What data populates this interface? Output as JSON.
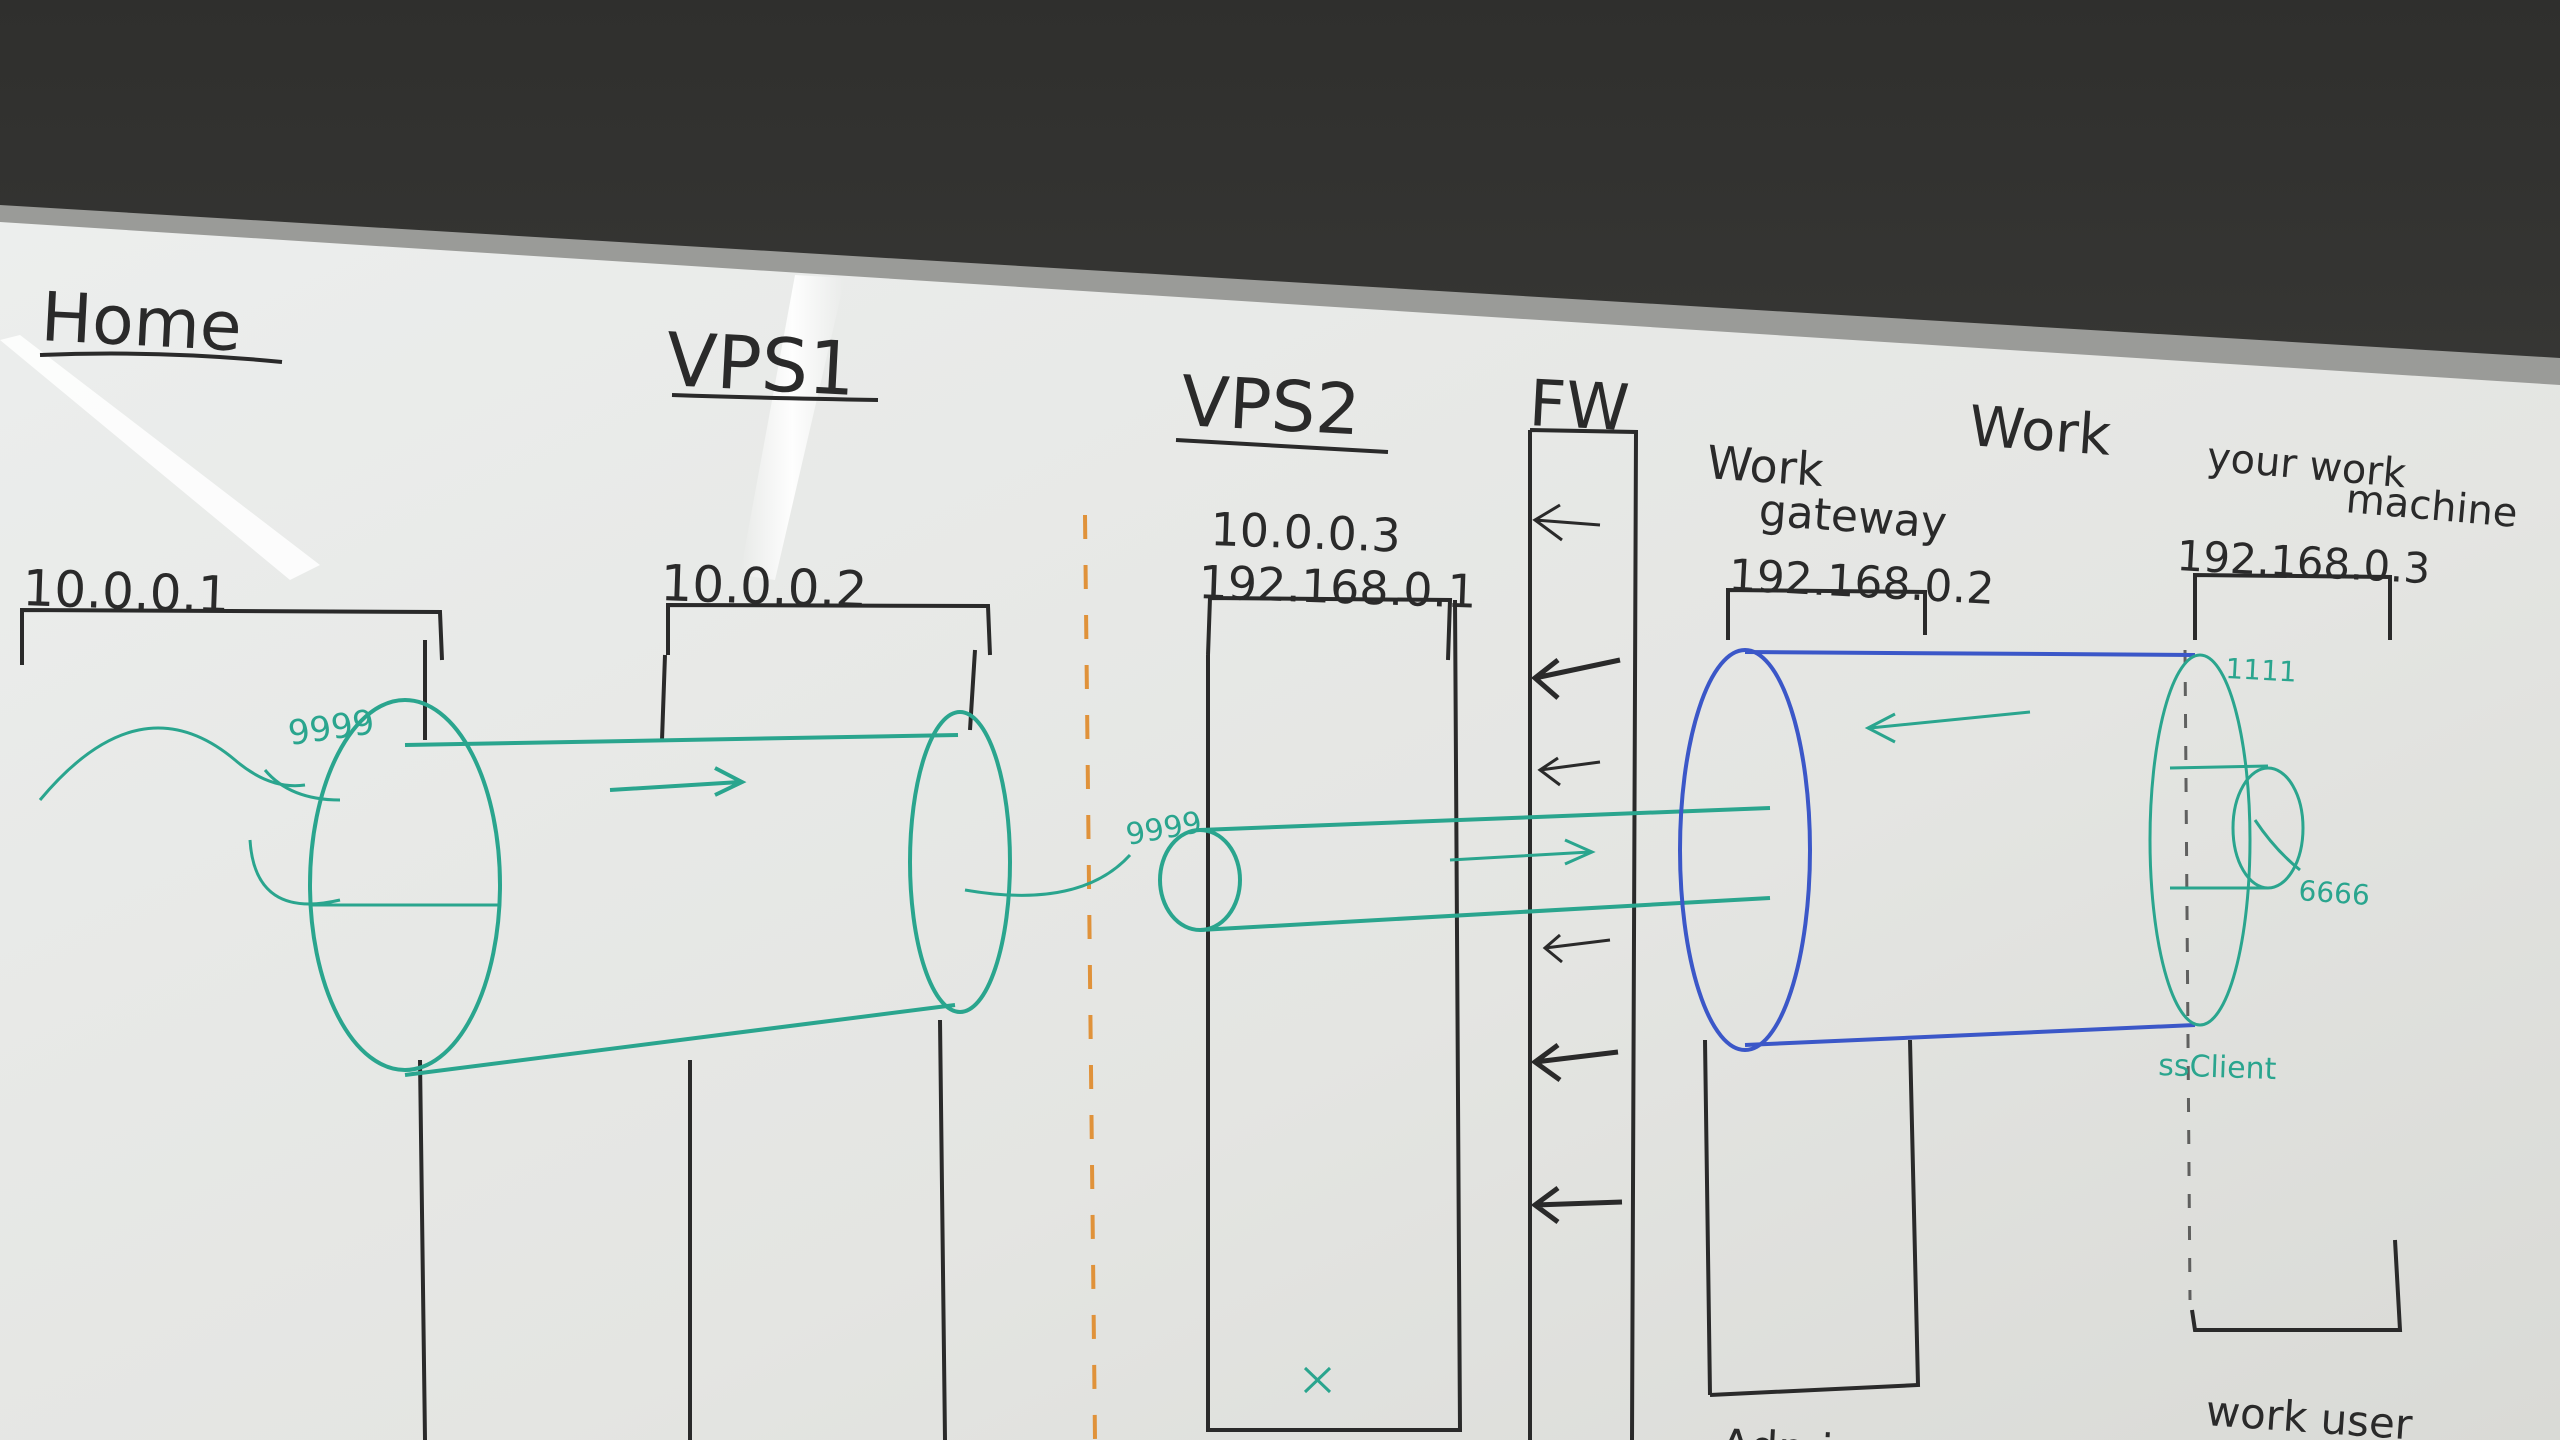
{
  "whiteboard": {
    "colors": {
      "wall": "#3a3a38",
      "board": "#e8e9e6",
      "marker_black": "#2a2a2a",
      "marker_green": "#2aa58e",
      "marker_blue": "#3b57c8",
      "marker_orange": "#e0923a"
    },
    "headings": {
      "home": "Home",
      "vps1": "VPS1",
      "vps2": "VPS2",
      "fw": "FW",
      "work": "Work",
      "work_gateway_line1": "Work",
      "work_gateway_line2": "gateway",
      "work_machine_line1": "your work",
      "work_machine_line2": "machine"
    },
    "addresses": {
      "home": "10.0.0.1",
      "vps1": "10.0.0.2",
      "vps2_a": "10.0.0.3",
      "vps2_b": "192.168.0.1",
      "gateway": "192.168.0.2",
      "machine": "192.168.0.3"
    },
    "ports": {
      "home": "9999",
      "vps2": "9999",
      "machine_top": "1111",
      "machine_side": "6666",
      "machine_client": "ssClient"
    },
    "bottom_labels": {
      "gateway": "Admin",
      "machine": "work user"
    }
  }
}
